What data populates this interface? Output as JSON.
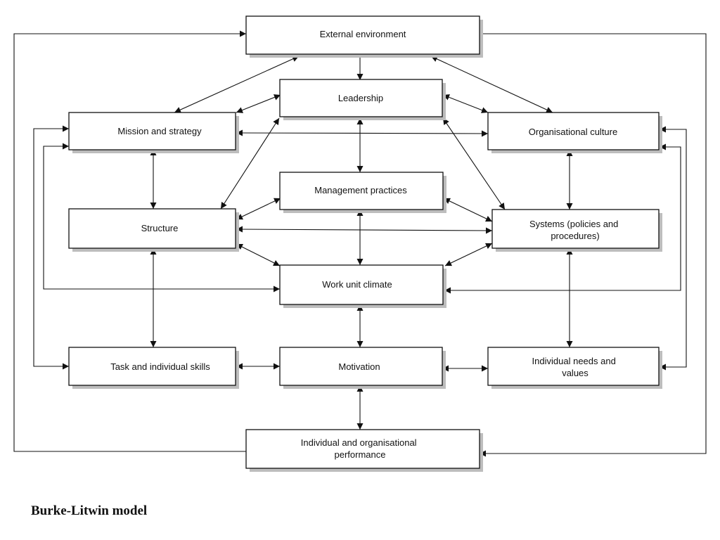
{
  "boxes": {
    "external_environment": {
      "lines": [
        "External environment"
      ]
    },
    "leadership": {
      "lines": [
        "Leadership"
      ]
    },
    "mission_strategy": {
      "lines": [
        "Mission and strategy"
      ]
    },
    "organisational_culture": {
      "lines": [
        "Organisational culture"
      ]
    },
    "management_practices": {
      "lines": [
        "Management practices"
      ]
    },
    "structure": {
      "lines": [
        "Structure"
      ]
    },
    "systems": {
      "lines": [
        "Systems (policies and",
        "procedures)"
      ]
    },
    "work_unit_climate": {
      "lines": [
        "Work unit climate"
      ]
    },
    "task_skills": {
      "lines": [
        "Task and individual skills"
      ]
    },
    "motivation": {
      "lines": [
        "Motivation"
      ]
    },
    "individual_needs": {
      "lines": [
        "Individual needs and",
        "values"
      ]
    },
    "performance": {
      "lines": [
        "Individual and organisational",
        "performance"
      ]
    }
  },
  "caption": "Burke-Litwin model"
}
